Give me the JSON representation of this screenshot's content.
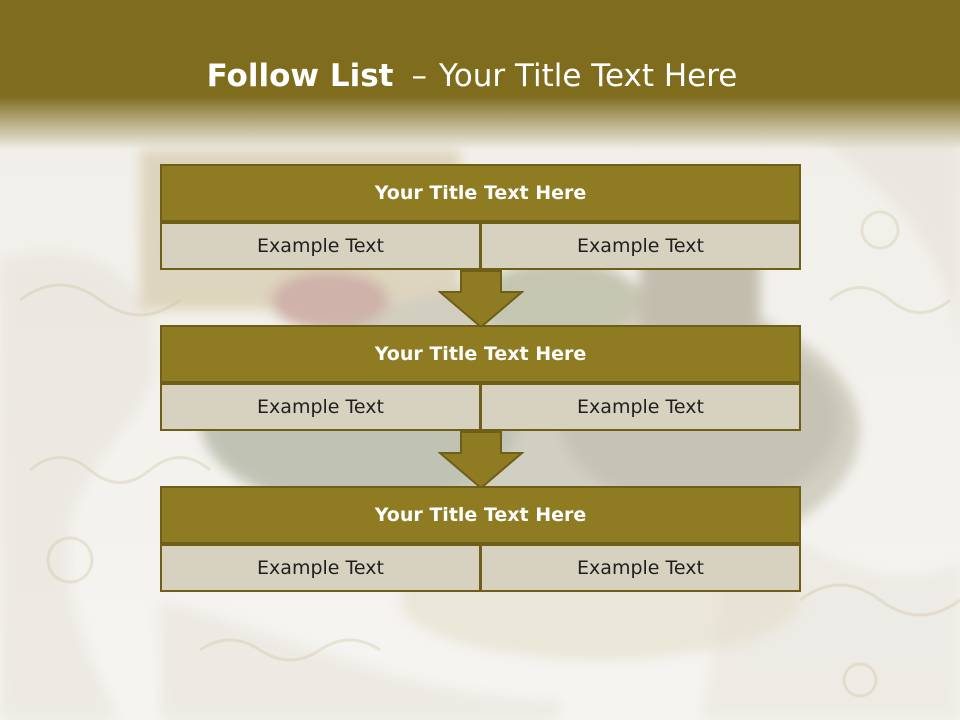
{
  "slide": {
    "title_bold": "Follow List",
    "title_dash": "–",
    "title_rest": "Your Title Text Here"
  },
  "blocks": [
    {
      "title": "Your Title Text Here",
      "left_text": "Example Text",
      "right_text": "Example Text"
    },
    {
      "title": "Your Title Text Here",
      "left_text": "Example Text",
      "right_text": "Example Text"
    },
    {
      "title": "Your Title Text Here",
      "left_text": "Example Text",
      "right_text": "Example Text"
    }
  ],
  "colors": {
    "header_band": "#7f6c1d",
    "block_title_fill": "#8f7b21",
    "block_border": "#6d5e18",
    "cell_fill": "#d7d1bf",
    "arrow_fill": "#8f7b21"
  }
}
